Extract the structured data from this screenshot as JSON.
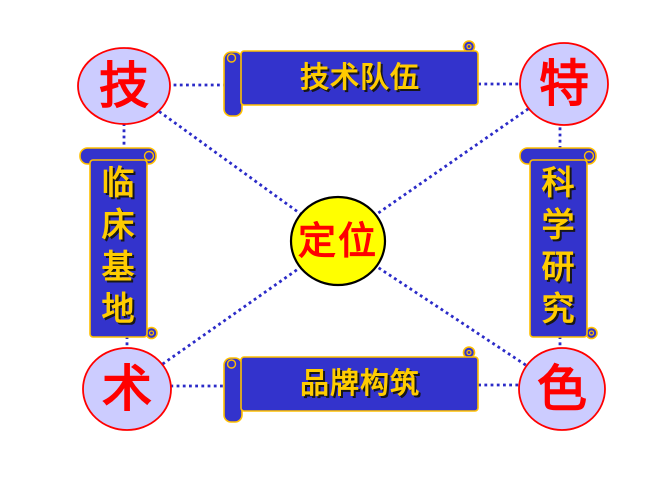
{
  "diagram": {
    "center": {
      "label": "定位"
    },
    "corner_circles": {
      "top_left": {
        "label": "技"
      },
      "top_right": {
        "label": "特"
      },
      "bottom_left": {
        "label": "术"
      },
      "bottom_right": {
        "label": "色"
      }
    },
    "scroll_banners": {
      "top": {
        "label": "技术队伍"
      },
      "right": {
        "label": "科学研究"
      },
      "bottom": {
        "label": "品牌构筑"
      },
      "left": {
        "label": "临床基地"
      }
    },
    "colors": {
      "scroll_fill": "#3333CC",
      "scroll_outline": "#FFC000",
      "scroll_text": "#FFCC00",
      "circle_fill": "#CCCCFF",
      "circle_border": "#FF0000",
      "center_fill": "#FFFF00",
      "center_border": "#000000",
      "red_text": "#FF0000",
      "connector_dots": "#2B2BC8",
      "background": "#FFFFFF"
    }
  }
}
